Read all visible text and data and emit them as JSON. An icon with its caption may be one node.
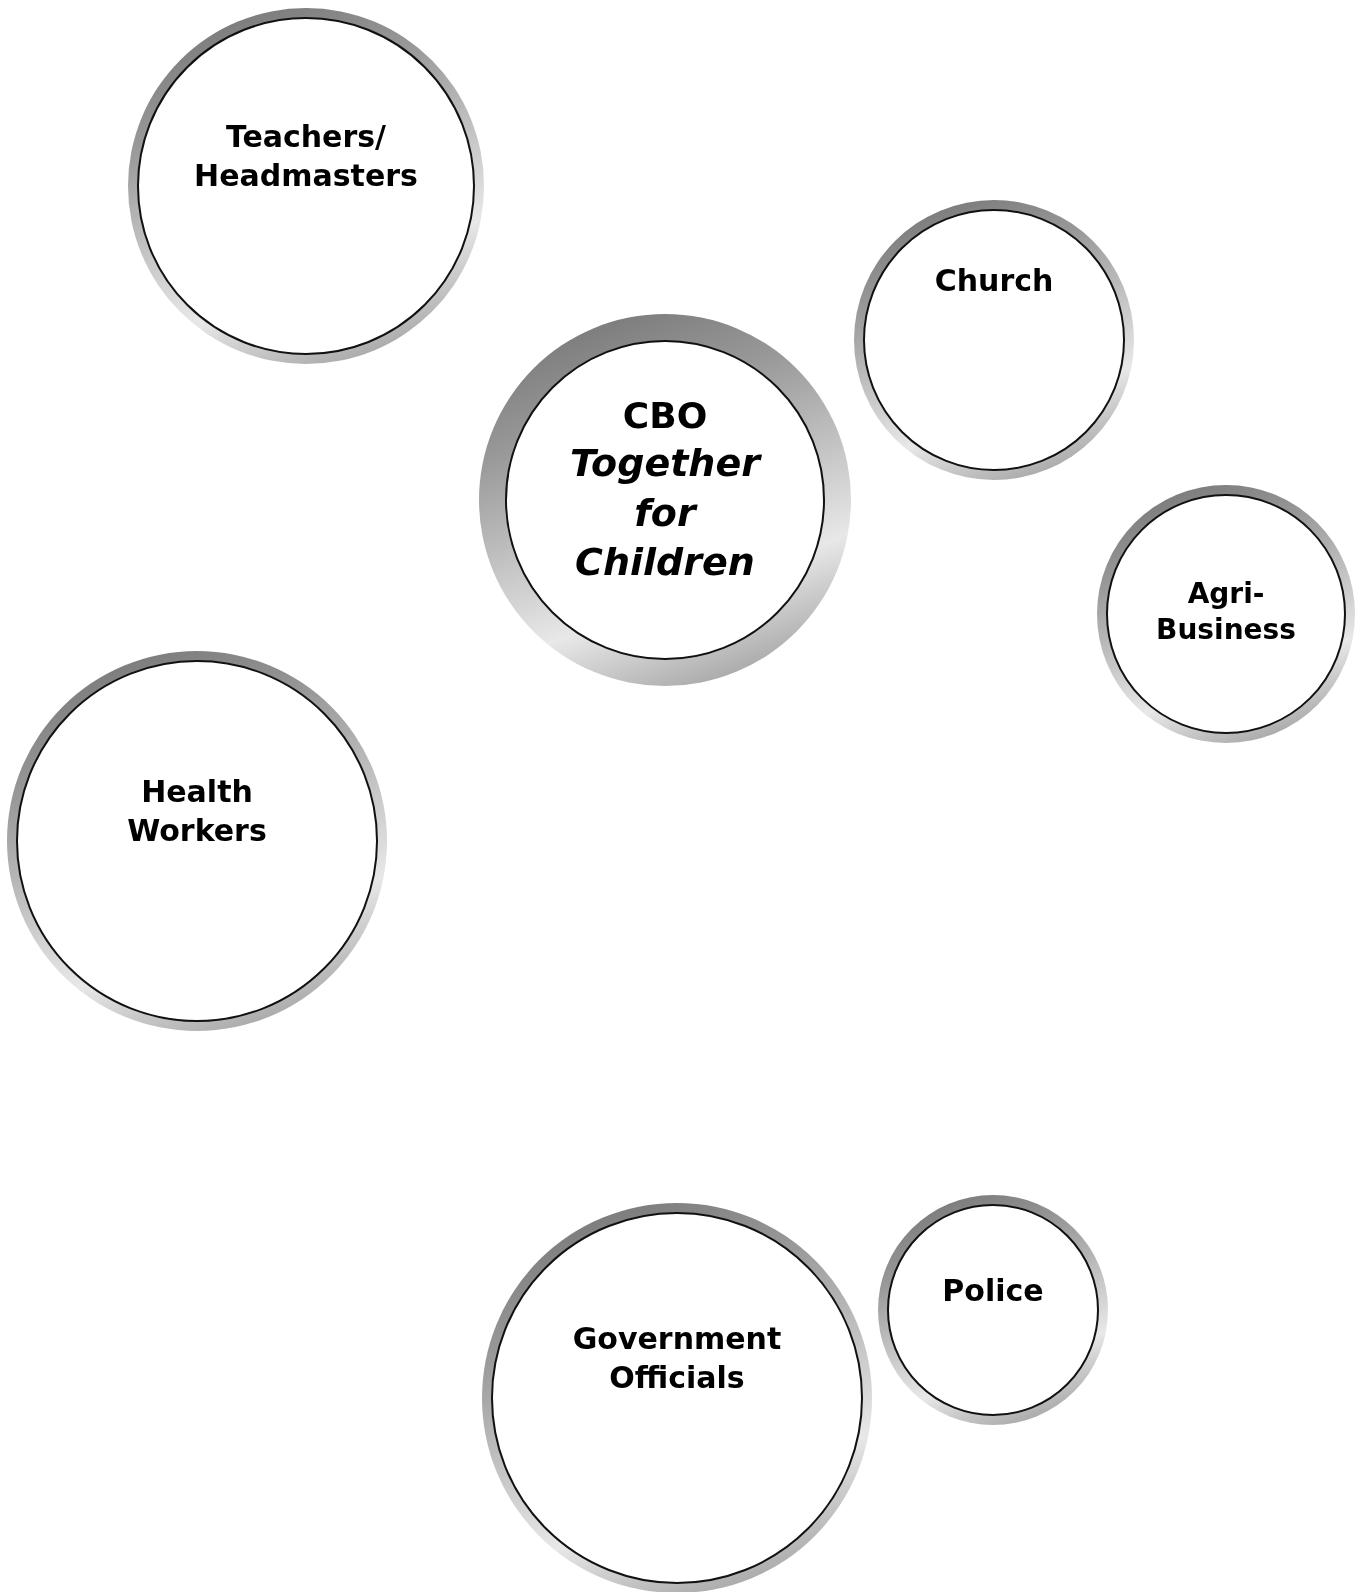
{
  "diagram": {
    "nodes": [
      {
        "text": [
          "Teachers/ Headmasters"
        ]
      },
      {
        "text": [
          "Church"
        ]
      },
      {
        "text": [
          "CBO",
          "Together for Children"
        ]
      },
      {
        "text": [
          "Agri-Business"
        ]
      },
      {
        "text": [
          "Health Workers"
        ]
      },
      {
        "text": [
          "Government Officials"
        ]
      },
      {
        "text": [
          "Police"
        ]
      }
    ]
  }
}
